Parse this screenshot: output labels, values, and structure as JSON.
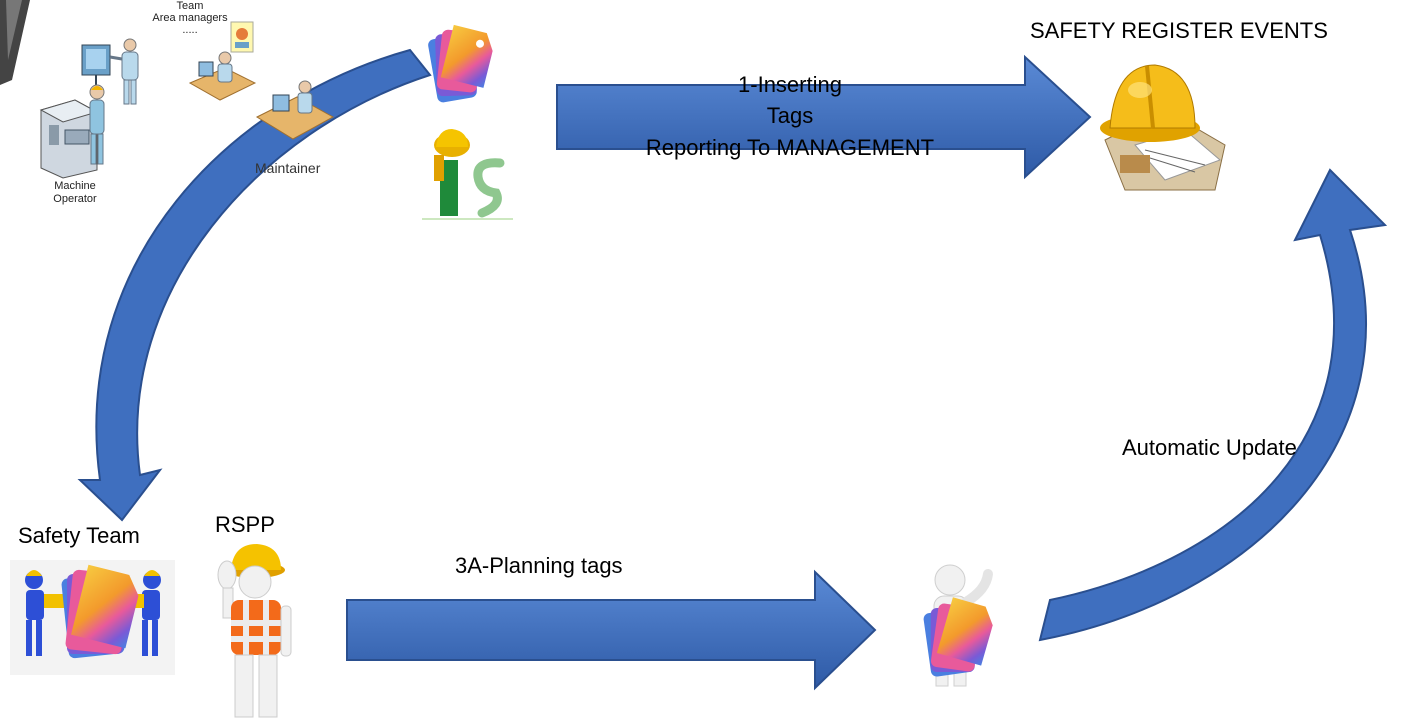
{
  "diagram": {
    "people_group": {
      "team_label": "Team",
      "area_managers_label": "Area managers",
      "ellipsis": ".....",
      "machine_operator_label_line1": "Machine",
      "machine_operator_label_line2": "Operator",
      "maintainer_label": "Maintainer"
    },
    "top_arrow": {
      "line1": "1-Inserting",
      "line2": "Tags",
      "line3": "Reporting To MANAGEMENT"
    },
    "safety_register_title": "SAFETY REGISTER EVENTS",
    "automatic_update_label": "Automatic Update",
    "safety_team_label": "Safety Team",
    "rspp_label": "RSPP",
    "bottom_arrow_label": "3A-Planning tags"
  },
  "colors": {
    "arrow_fill": "#3f6fbf",
    "arrow_stroke": "#2a4f8f",
    "helmet": "#f2b400",
    "tag_gradient": [
      "#f7c940",
      "#e85a9b",
      "#7a5ad6",
      "#4a7fe0"
    ]
  }
}
